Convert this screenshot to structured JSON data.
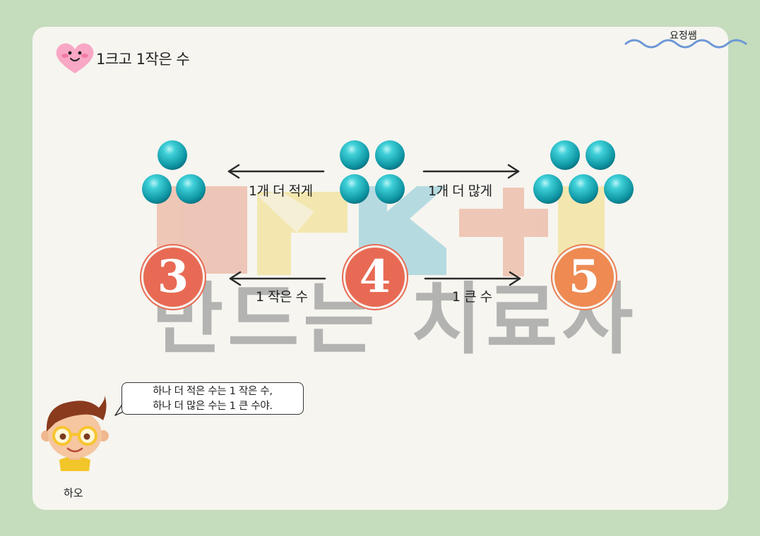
{
  "header": {
    "title": "1크고 1작은 수",
    "author": "요정쌤"
  },
  "arrows": {
    "fewer_label": "1개 더 적게",
    "more_label": "1개 더 많게",
    "smaller_label": "1 작은 수",
    "bigger_label": "1 큰 수"
  },
  "numbers": {
    "left": "3",
    "center": "4",
    "right": "5"
  },
  "groups": {
    "left_count": 3,
    "center_count": 4,
    "right_count": 5
  },
  "speech": {
    "line1": "하나 더 적은 수는 1 작은 수,",
    "line2": "하나 더 많은 수는 1 큰 수야."
  },
  "character": {
    "name": "하오"
  },
  "watermark": {
    "text": "만드는 치료사"
  },
  "colors": {
    "background": "#c5dcbd",
    "card": "#f6f5f0",
    "accent_red": "#e86a54",
    "accent_orange": "#ee8a52",
    "bead": "#1fb7c2",
    "wave": "#6d97d6"
  }
}
